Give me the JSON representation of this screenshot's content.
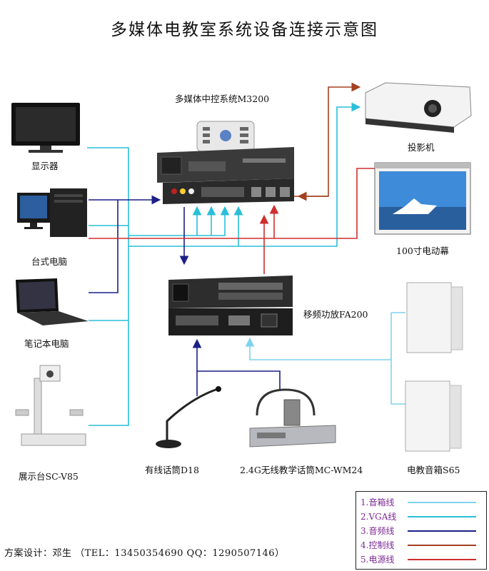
{
  "title": "多媒体电教室系统设备连接示意图",
  "devices": {
    "central_control": "多媒体中控系统M3200",
    "projector": "投影机",
    "screen": "100寸电动幕",
    "monitor": "显示器",
    "desktop": "台式电脑",
    "laptop": "笔记本电脑",
    "visualizer": "展示台SC-V85",
    "amplifier": "移频功放FA200",
    "wired_mic": "有线话筒D18",
    "wireless_mic": "2.4G无线教学话筒MC-WM24",
    "speakers": "电教音箱S65"
  },
  "legend": [
    {
      "label": "1.音箱线",
      "color": "#7fd3ee"
    },
    {
      "label": "2.VGA线",
      "color": "#29bfd8"
    },
    {
      "label": "3.音频线",
      "color": "#1b1f86"
    },
    {
      "label": "4.控制线",
      "color": "#a3401f"
    },
    {
      "label": "5.电源线",
      "color": "#cf2e2e"
    }
  ],
  "footer": "方案设计：邓生 （TEL：13450354690 QQ：1290507146）"
}
